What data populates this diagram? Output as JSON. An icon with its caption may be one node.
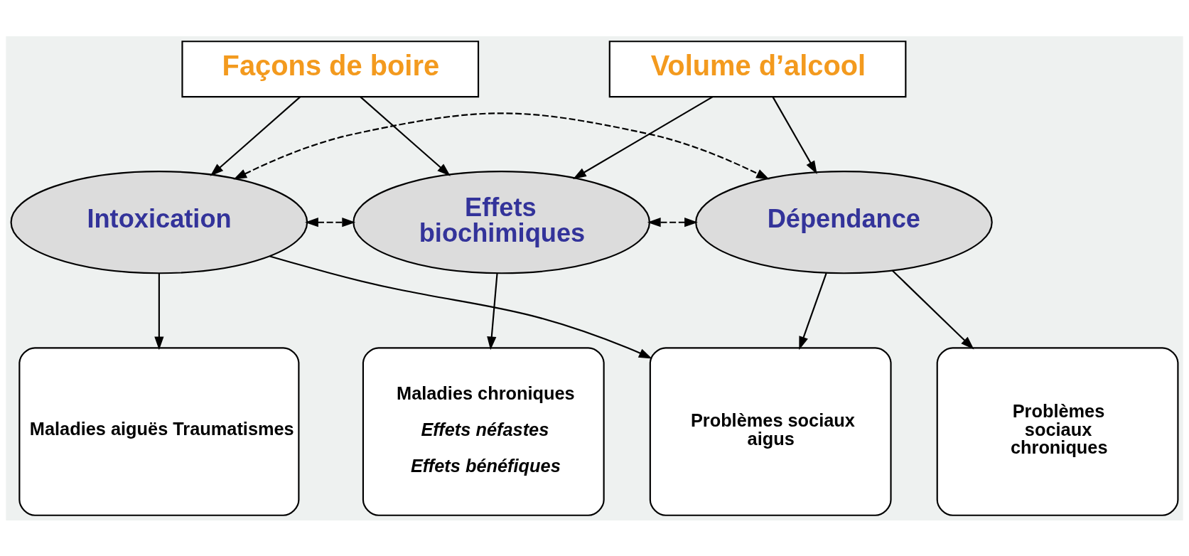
{
  "diagram": {
    "nodes": [
      {
        "text": [
          "Façons de boire"
        ]
      },
      {
        "text": [
          "Volume d’alcool"
        ]
      },
      {
        "text": [
          "Intoxication"
        ]
      },
      {
        "text": [
          "Effets biochimiques"
        ]
      },
      {
        "text": [
          "Dépendance"
        ]
      },
      {
        "text": [
          "Maladies aiguës Traumatismes"
        ]
      },
      {
        "text": [
          "Problèmes sociaux aigus"
        ]
      },
      {
        "text": [
          "Problèmes sociaux chroniques"
        ]
      },
      {
        "text": [
          "Maladies chroniques",
          "Effets néfastes",
          "Effets bénéfiques"
        ]
      }
    ],
    "edges": [
      {
        "from": 0,
        "to": 2,
        "arrow": "to"
      },
      {
        "from": 0,
        "to": 3,
        "arrow": "to"
      },
      {
        "from": 1,
        "to": 4,
        "arrow": "to"
      },
      {
        "from": 1,
        "to": 3,
        "arrow": "to"
      },
      {
        "from": 2,
        "to": 3,
        "arrow": "both",
        "style": "dashed"
      },
      {
        "from": 2,
        "to": 4,
        "arrow": "both",
        "style": "dashed"
      },
      {
        "from": 4,
        "to": 3,
        "arrow": "both",
        "style": "dashed"
      },
      {
        "from": 2,
        "to": 5,
        "arrow": "to"
      },
      {
        "from": 2,
        "to": 6,
        "arrow": "to"
      },
      {
        "from": 4,
        "to": 6,
        "arrow": "to"
      },
      {
        "from": 4,
        "to": 7,
        "arrow": "to"
      },
      {
        "from": 3,
        "to": 8,
        "arrow": "to"
      }
    ]
  }
}
